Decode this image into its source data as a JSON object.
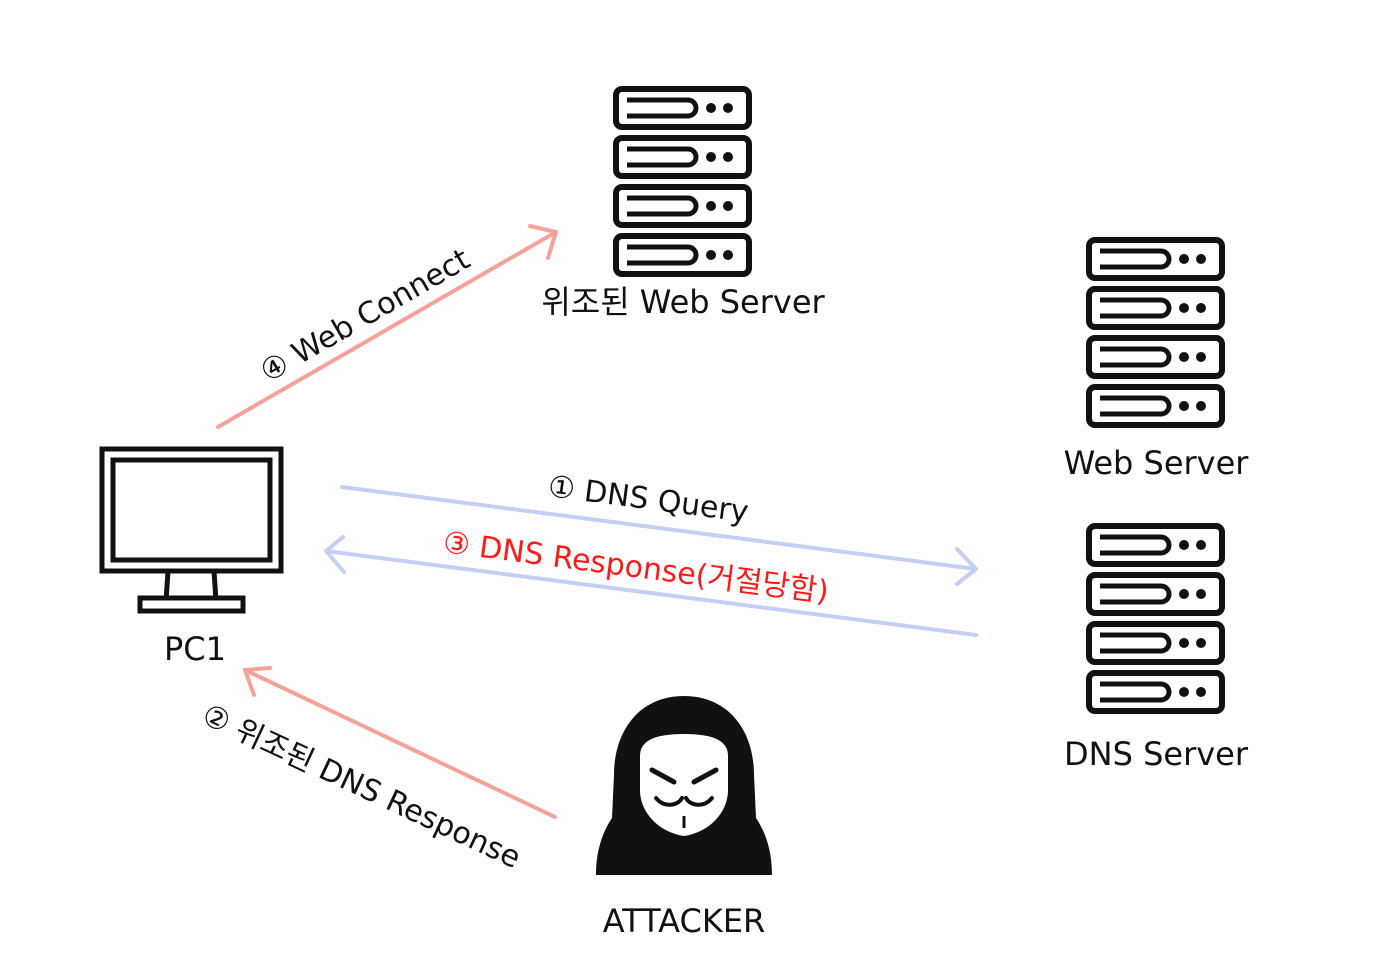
{
  "nodes": {
    "fake_web_server": {
      "label": "위조된 Web Server",
      "icon": "server-rack-icon"
    },
    "web_server": {
      "label": "Web Server",
      "icon": "server-rack-icon"
    },
    "dns_server": {
      "label": "DNS Server",
      "icon": "server-rack-icon"
    },
    "pc1": {
      "label": "PC1",
      "icon": "monitor-icon"
    },
    "attacker": {
      "label": "ATTACKER",
      "icon": "hooded-hacker-icon"
    }
  },
  "edges": {
    "dns_query": {
      "label": "① DNS Query",
      "color": "#c3cff5"
    },
    "dns_response": {
      "label": "③ DNS Response(거절당함)",
      "color": "#c3cff5",
      "label_color": "#ff1a1a"
    },
    "fake_dns_response": {
      "label": "② 위조된 DNS Response",
      "color": "#f5a29a"
    },
    "web_connect": {
      "label": "④ Web Connect",
      "color": "#f5a29a"
    }
  }
}
